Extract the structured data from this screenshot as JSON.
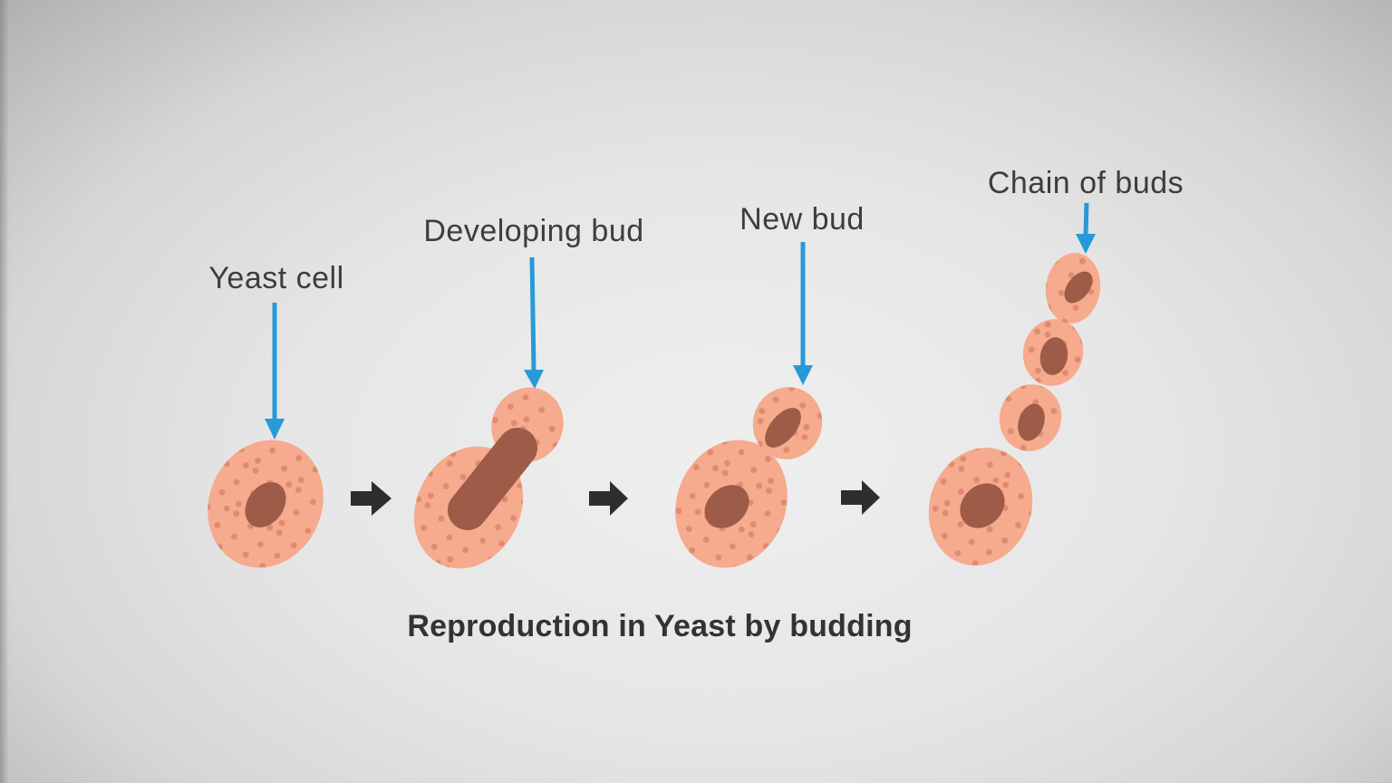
{
  "diagram": {
    "title": "Reproduction in Yeast by budding",
    "stages": [
      {
        "label": "Yeast cell"
      },
      {
        "label": "Developing bud"
      },
      {
        "label": "New bud"
      },
      {
        "label": "Chain of buds"
      }
    ]
  },
  "colors": {
    "cell_body": "#F6AA8E",
    "cell_dots": "#DE8B6F",
    "nucleus": "#9D5B48",
    "pointer_arrow_blue": "#2899D8",
    "step_arrow_black": "#2E2E2E",
    "label_text": "#3D3D3D",
    "title_text": "#333333",
    "background_center": "#EFEFEF",
    "background_corner": "#A6A6A6"
  }
}
